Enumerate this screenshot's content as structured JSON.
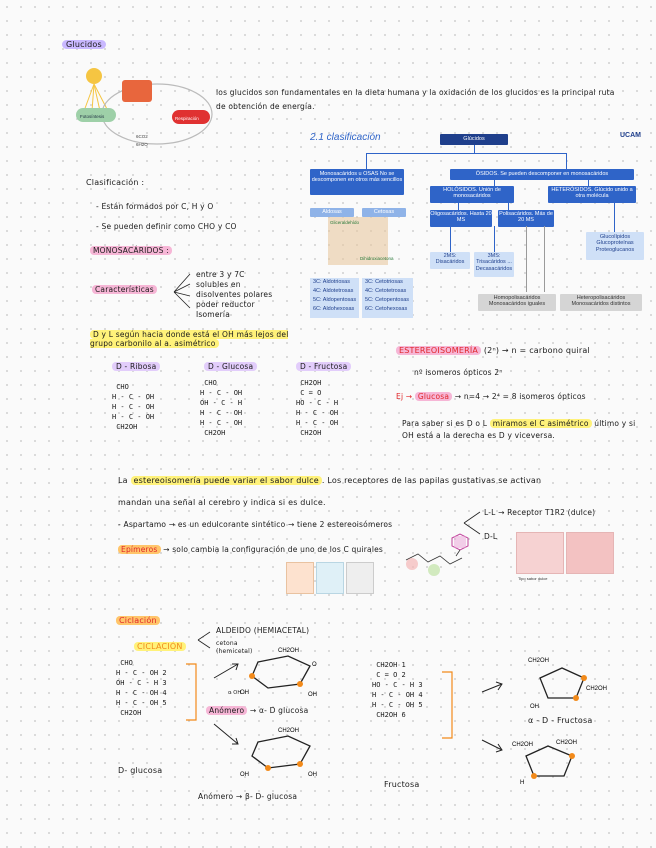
{
  "title": "Glucidos",
  "intro_text": "los glucidos son fundamentales en la dieta humana y la oxidación de los glucidos es la principal ruta de obtención de energía.",
  "cycle_labels": {
    "left": "Fotosíntesis",
    "right": "Respiración",
    "bottom1": "6CO2",
    "bottom2": "6H2O"
  },
  "diagram": {
    "heading": "2.1 clasificación",
    "logo": "UCAM",
    "root": "Glúcidos",
    "mono": "Monosacáridos u OSAS No se descomponen en otros más sencillos",
    "osidos": "ÓSIDOS. Se pueden descomponer en monosacáridos",
    "aldosas": "Aldosas",
    "cetosas": "Cetosas",
    "holo": "HOLÓSIDOS. Unión de monosacáridos",
    "hetero": "HETERÓSIDOS. Glúcido unido a otra molécula",
    "oligo": "Oligosacáridos. Hasta 20 MS",
    "poli": "Polisacáridos. Más de 20 MS",
    "dis": "2MS: Disacáridos",
    "tris": "3MS: Trisacáridos ... Decasacáridos",
    "homo": "Homopolisacáridos Monosacáridos iguales",
    "heteropoli": "Heteropolisacáridos Monosacáridos distintos",
    "gluco": "Glucolípidos Glucoproteínas Proteoglucanos",
    "aldo_list": [
      "3C: Aldotriosas",
      "4C: Aldotetrosas",
      "5C: Aldopentosas",
      "6C: Aldohexosas"
    ],
    "ceto_list": [
      "3C: Cetotriosas",
      "4C: Cetotetrosas",
      "5C: Cetopentosas",
      "6C: Cetohexosas"
    ],
    "aldo_img": "Gliceraldehído",
    "ceto_img": "Dihidroxiacetona"
  },
  "clasificacion": {
    "heading": "Clasificación :",
    "items": [
      "- Están formados por C, H y O",
      "- Se pueden definir como CHO y CO"
    ]
  },
  "monosacaridos": {
    "heading": "MONOSACÁRIDOS :",
    "label": "Características",
    "items": [
      "entre 3 y 7C",
      "solubles en disolventes polares",
      "poder reductor",
      "Isomería"
    ]
  },
  "dl_note": "D y L según hacia donde está el OH más lejos del grupo carbonilo al a. asimétrico",
  "isomers": {
    "riboza": {
      "name": "D - Ribosa",
      "rows": [
        " CHO",
        "H - C - OH",
        "H - C - OH",
        "H - C - OH",
        " CH2OH"
      ]
    },
    "glucosa": {
      "name": "D - Glucosa",
      "rows": [
        " CHO",
        "H - C - OH",
        "OH - C - H",
        "H - C - OH",
        "H - C - OH",
        " CH2OH"
      ]
    },
    "fructosa": {
      "name": "D - Fructosa",
      "rows": [
        " CH2OH",
        " C = O",
        "HO - C - H",
        "H - C - OH",
        "H - C - OH",
        " CH2OH"
      ]
    }
  },
  "estereo": {
    "heading": "ESTEREOISOMERÍA",
    "formula": "(2ⁿ) → n = carbono quiral",
    "line2": "nº isomeros ópticos 2ⁿ",
    "example_prefix": "Ej →",
    "example_word": "Glucosa",
    "example_rest": "→ n=4 → 2⁴ = 8 isomeros ópticos",
    "dl_rule_1": "Para saber si es D o L",
    "dl_rule_mark": "miramos el C asimétrico",
    "dl_rule_2": "último y si OH está a la derecha es D y viceversa."
  },
  "sabor": {
    "line1_a": "La",
    "line1_mark": "estereoisomería puede variar el sabor dulce",
    "line1_b": ". Los receptores de las papilas gustativas se activan",
    "line2": "mandan una señal al cerebro y indica si es dulce.",
    "aspartamo": "- Aspartamo → es un edulcorante sintético → tiene 2 estereoisómeros",
    "ll": "L-L → Receptor T1R2 (dulce)",
    "dl": "D-L",
    "epimeros_label": "Epímeros",
    "epimeros_text": "→ solo cambia la configuración de uno de los C quirales",
    "chart_caption": "Tipo sabor dulce"
  },
  "ciclacion": {
    "heading": "Ciclación",
    "label": "CICLACIÓN",
    "aldeido": "ALDEIDO (HEMIACETAL)",
    "cetona": "cetona (hemicetal)",
    "glucose_rows": [
      " CHO",
      "H - C - OH 2",
      "OH - C - H 3",
      "H - C - OH 4",
      "H - C - OH 5",
      " CH2OH"
    ],
    "glucose_name": "D- glucosa",
    "anomero_a_label": "Anómero",
    "anomero_a_text": "→ α- D glucosa",
    "anomero_b_label": "Anómero",
    "anomero_b_text": "→ β- D- glucosa",
    "alpha_note": "α OH",
    "fructose_rows": [
      " CH2OH 1",
      " C = O 2",
      "HO - C - H 3",
      "H - C - OH 4",
      "H - C - OH 5",
      " CH2OH 6"
    ],
    "fructose_name": "Fructosa",
    "alpha_fructosa": "α - D - Fructosa",
    "ring_labels": {
      "ch2oh": "CH2OH",
      "oh": "OH",
      "h": "H",
      "o": "O"
    }
  },
  "colors": {
    "blue_dark": "#1f3f8c",
    "blue": "#2f64c8",
    "orange": "#f28a1a",
    "red": "#e0262a"
  }
}
